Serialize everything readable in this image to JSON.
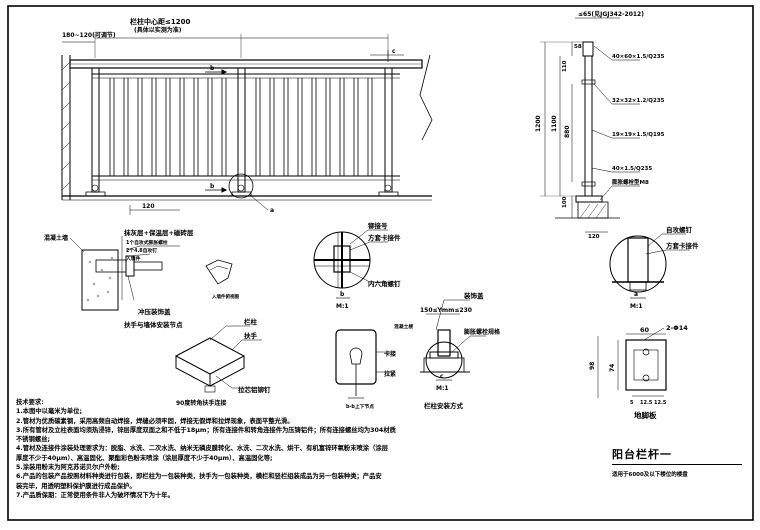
{
  "railing": {
    "top_dim": "栏柱中心距≤1200",
    "top_dim_note": "(具体以实测为准)",
    "left_dim": "180~120(可调节)",
    "section_b": "b",
    "section_c": "c",
    "bottom_dim": "120",
    "detail_a": "a"
  },
  "side_view": {
    "top_note": "≤65(见JGJ342-2012)",
    "dims": [
      "58",
      "110",
      "1200",
      "1100",
      "880",
      "100",
      "120"
    ],
    "labels": [
      "40×60×1.5/Q235",
      "32×32×1.2/Q235",
      "19×19×1.5/Q195",
      "40×1.5/Q235",
      "膨胀螺栓型M8"
    ]
  },
  "wall_detail": {
    "layers": "抹灰层+保温层+磁砖层",
    "n1": "1个自攻式膨胀螺栓",
    "n2": "2个4.8自攻钉",
    "n3": "入墙件",
    "wall_label": "混凝土墙",
    "trim_label": "冲压装饰盖",
    "insert_label": "入墙件俯视图",
    "caption": "扶手与墙体安装节点"
  },
  "detail_b": {
    "l1": "铆接号",
    "l2": "方套卡接件",
    "l3": "内六角螺钉",
    "scale_mark": "b",
    "scale": "M:1"
  },
  "corner_detail": {
    "post": "栏柱",
    "rail": "扶手",
    "bolt": "拉芯铝铆钉",
    "caption": "90度转角扶手连接"
  },
  "post_detail": {
    "l1": "卡接",
    "l2": "拉紧",
    "caption": "b-b上下节点"
  },
  "base_detail": {
    "decor": "装饰盖",
    "dim": "150≤Ymm≤230",
    "bolt": "膨胀螺栓规格",
    "concrete": "混凝土楼",
    "caption": "栏柱安装方式",
    "scale_mark": "c",
    "scale": "M:1"
  },
  "detail_a": {
    "l1": "自攻螺钉",
    "l2": "方套卡接件",
    "scale_mark": "a",
    "scale": "M:1"
  },
  "base_plate": {
    "dim_w": "60",
    "dim_h": "74",
    "dim_left": "98",
    "dim_b1": "5",
    "dim_b2": "12.5",
    "dim_b3": "12.5",
    "holes": "2-Φ14",
    "caption": "地脚板"
  },
  "notes": [
    "技术要求:",
    "1.本图中以毫米为单位;",
    "2.管材为优质碳素钢，采用高频自动焊接，焊缝必须牢固，焊接无假焊和拉焊现象，表面平整光滑。",
    "3.所有管材及立柱表面均须热浸锌，锌层厚度双面之和不低于18μm；所有连接件和转角连接件为压铸铝件；所有连接螺丝均为304材质",
    "  不锈钢螺丝;",
    "4.管材及连接件涂装处理要求为：脱脂、水洗、二次水洗、纳米无磷皮膜转化、水洗、二次水洗、烘干、有机富锌环氧粉末喷涂（涂层",
    "  厚度不少于40μm）、高温固化、聚酯彩色粉末喷涂（涂层厚度不少于40μm）、高温固化等;",
    "5.涂装用粉末为阿克苏诺贝尔户外粉;",
    "6.产品的包装产品按照材料种类进行包装，即栏柱为一包装种类，扶手为一包装种类，横栏和竖栏组装成品为另一包装种类；产品安",
    "  装完毕，用透明塑料保护膜进行成品保护。",
    "7.产品质保期：正常使用条件非人为破坏情况下为十年。"
  ],
  "title_block": {
    "title": "阳台栏杆一",
    "subtitle": "适用于6000及以下楼位的楼盘"
  }
}
